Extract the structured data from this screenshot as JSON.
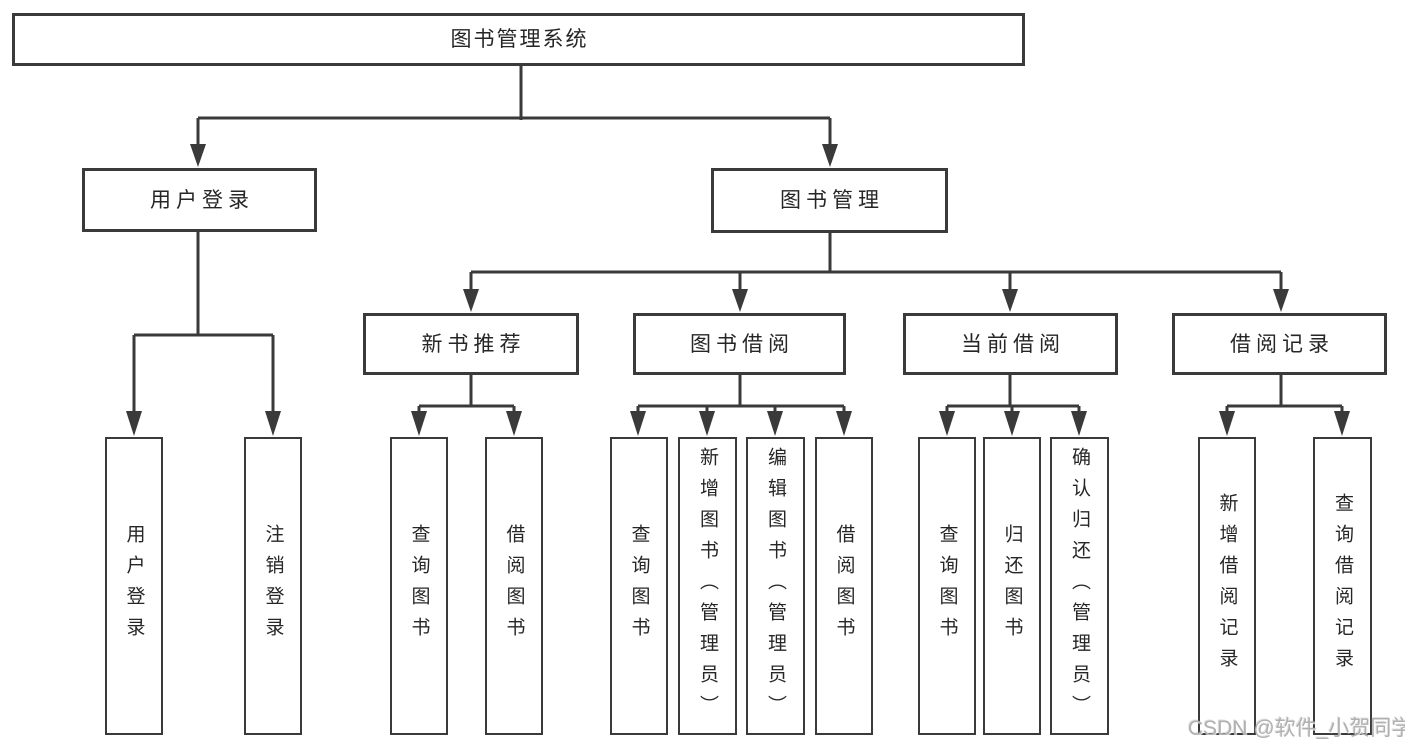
{
  "diagram": {
    "root": {
      "label": "图书管理系统",
      "children": [
        {
          "label": "用户登录",
          "children": [
            {
              "label": "用户登录"
            },
            {
              "label": "注销登录"
            }
          ]
        },
        {
          "label": "图书管理",
          "children": [
            {
              "label": "新书推荐",
              "children": [
                {
                  "label": "查询图书"
                },
                {
                  "label": "借阅图书"
                }
              ]
            },
            {
              "label": "图书借阅",
              "children": [
                {
                  "label": "查询图书"
                },
                {
                  "label": "新增图书（管理员）"
                },
                {
                  "label": "编辑图书（管理员）"
                },
                {
                  "label": "借阅图书"
                }
              ]
            },
            {
              "label": "当前借阅",
              "children": [
                {
                  "label": "查询图书"
                },
                {
                  "label": "归还图书"
                },
                {
                  "label": "确认归还（管理员）"
                }
              ]
            },
            {
              "label": "借阅记录",
              "children": [
                {
                  "label": "新增借阅记录"
                },
                {
                  "label": "查询借阅记录"
                }
              ]
            }
          ]
        }
      ]
    }
  },
  "watermark": {
    "text": "CSDN @软件_小贺同学"
  },
  "colors": {
    "line": "#3a3a3a",
    "text": "#262626",
    "background": "#ffffff",
    "watermark_text": "#b0b0b0"
  }
}
